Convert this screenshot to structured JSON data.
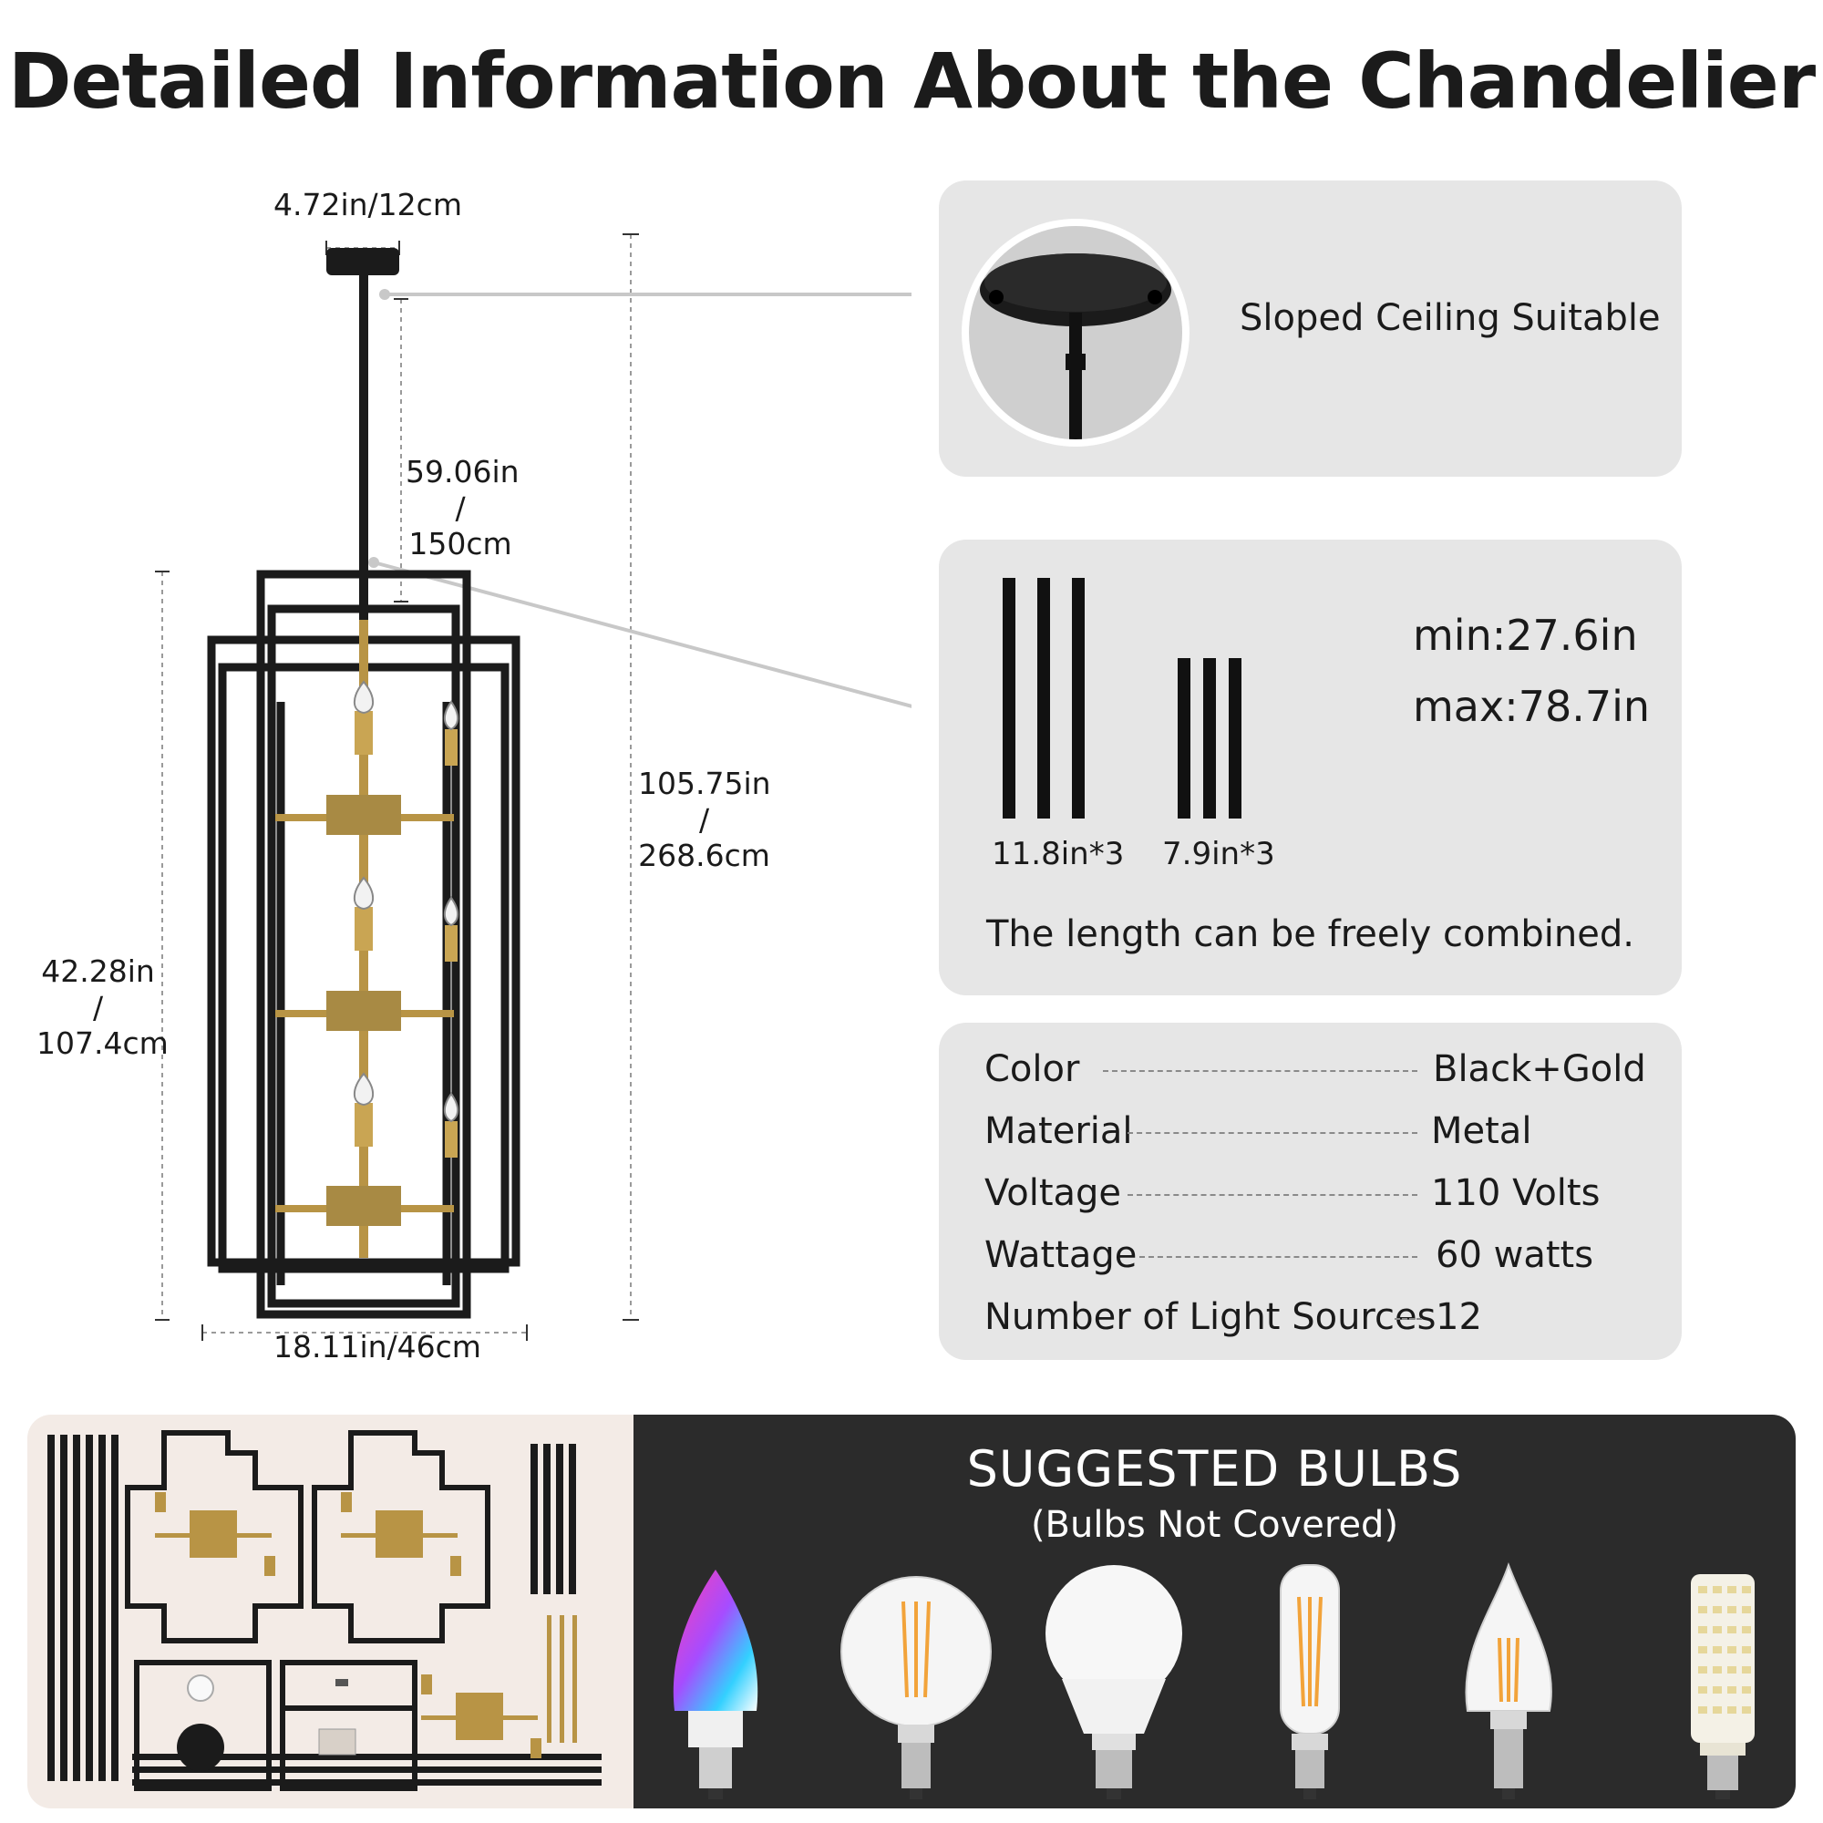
{
  "title": "Detailed Information About the Chandelier",
  "dimensions": {
    "canopy_width": "4.72in/12cm",
    "rod_length": [
      "59.06in",
      "/",
      "150cm"
    ],
    "total_height": [
      "105.75in",
      "/",
      "268.6cm"
    ],
    "body_height": [
      "42.28in",
      "/",
      "107.4cm"
    ],
    "body_width": "18.11in/46cm"
  },
  "ceiling_card": {
    "label": "Sloped Ceiling Suitable"
  },
  "rods_card": {
    "long_rod_label": "11.8in*3",
    "short_rod_label": "7.9in*3",
    "min": "min:27.6in",
    "max": "max:78.7in",
    "note": "The length can be freely combined."
  },
  "specs": [
    {
      "label": "Color",
      "value": "Black+Gold"
    },
    {
      "label": "Material",
      "value": "Metal"
    },
    {
      "label": "Voltage",
      "value": "110 Volts"
    },
    {
      "label": "Wattage",
      "value": "60 watts"
    },
    {
      "label": "Number of Light Sources",
      "value": "12"
    }
  ],
  "bulbs": {
    "title": "SUGGESTED BULBS",
    "subtitle": "(Bulbs Not Covered)",
    "items": [
      "rgb-candle-bulb-icon",
      "globe-filament-bulb-icon",
      "led-a15-bulb-icon",
      "tubular-filament-bulb-icon",
      "flame-tip-filament-bulb-icon",
      "corn-led-bulb-icon"
    ]
  },
  "colors": {
    "card_bg": "#e6e6e6",
    "frame_black": "#1b1b1b",
    "brass": "#b89445",
    "bulbs_panel": "#2b2b2b"
  }
}
